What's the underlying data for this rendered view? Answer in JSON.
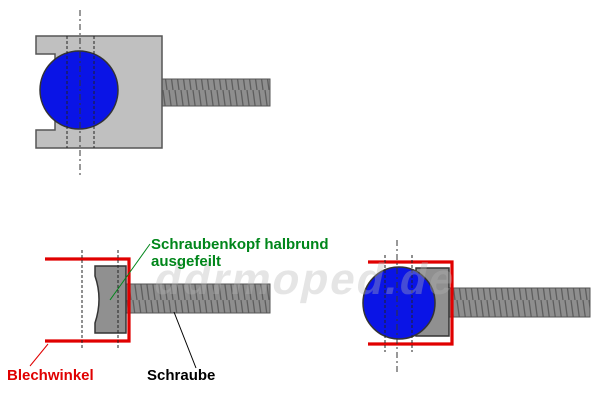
{
  "colors": {
    "ball": "#0a14e6",
    "bracket": "#c0c0c0",
    "thread": "#8a8a8a",
    "sheet_metal": "#e00000",
    "annotation_green": "#00861a",
    "annotation_red": "#e00000",
    "annotation_black": "#000000"
  },
  "labels": {
    "screw_head_note_line1": "Schraubenkopf halbrund",
    "screw_head_note_line2": "ausgefeilt",
    "sheet_bracket": "Blechwinkel",
    "screw": "Schraube"
  },
  "watermark": "ddrmoped.de"
}
